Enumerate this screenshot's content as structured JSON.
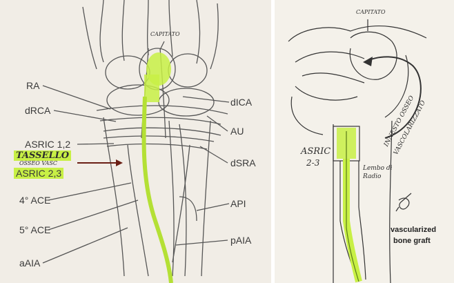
{
  "left_panel": {
    "labels": {
      "capitato": "CAPITATO",
      "ra": "RA",
      "drca": "dRCA",
      "asric12": "ASRIC 1,2",
      "tassello": "TASSELLO",
      "osseo_vasc": "OSSEO VASC",
      "asric23": "ASRIC 2,3",
      "ace4": "4° ACE",
      "ace5": "5° ACE",
      "aaia": "aAIA",
      "dica": "dICA",
      "au": "AU",
      "dsra": "dSRA",
      "api": "API",
      "paia": "pAIA"
    }
  },
  "right_panel": {
    "labels": {
      "capitato": "CAPITATO",
      "asric": "ASRIC",
      "asric_num": "2-3",
      "innesto1": "INNESTO OSSEO",
      "innesto2": "VASCOLARIZZATO",
      "lembo1": "Lembo di",
      "lembo2": "Radio",
      "caption1": "vascularized",
      "caption2": "bone graft"
    }
  },
  "colors": {
    "highlight": "#c8f045",
    "ink": "#3a3a3a",
    "background": "#f1ede6"
  }
}
